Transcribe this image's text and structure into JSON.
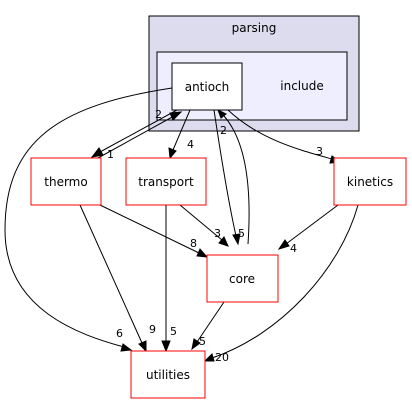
{
  "clusters": {
    "outer": {
      "label": "parsing"
    },
    "inner": {
      "label": "include"
    }
  },
  "nodes": {
    "antioch": "antioch",
    "thermo": "thermo",
    "transport": "transport",
    "kinetics": "kinetics",
    "core": "core",
    "utilities": "utilities"
  },
  "edges": {
    "antioch_thermo": "1",
    "thermo_antioch": "2",
    "antioch_transport": "4",
    "antioch_kinetics": "3",
    "antioch_core": "5",
    "core_antioch": "2",
    "antioch_utilities": "6",
    "thermo_core": "8",
    "thermo_utilities": "9",
    "transport_core": "3",
    "transport_utilities": "5",
    "kinetics_core": "4",
    "kinetics_utilities": "20",
    "core_utilities": "5"
  }
}
